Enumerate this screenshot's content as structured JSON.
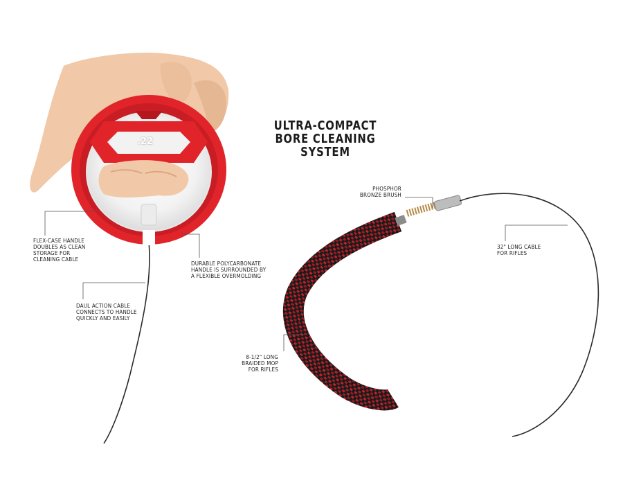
{
  "title": {
    "lines": [
      "ULTRA-COMPACT",
      "BORE CLEANING",
      "SYSTEM"
    ]
  },
  "handle_label": ".22",
  "callouts": {
    "flex_case": [
      "FLEX-CASE HANDLE",
      "DOUBLES AS CLEAN",
      "STORAGE FOR",
      "CLEANING CABLE"
    ],
    "polycarbonate": [
      "DURABLE POLYCARBONATE",
      "HANDLE IS SURROUNDED BY",
      "A FLEXIBLE OVERMOLDING"
    ],
    "dual_action": [
      "DAUL ACTION CABLE",
      "CONNECTS TO HANDLE",
      "QUICKLY AND EASILY"
    ],
    "brush": [
      "PHOSPHOR",
      "BRONZE BRUSH"
    ],
    "cable": [
      "32\" LONG CABLE",
      "FOR RIFLES"
    ],
    "mop": [
      "8-1/2\" LONG",
      "BRAIDED MOP",
      "FOR RIFLES"
    ]
  },
  "colors": {
    "handle_red": "#e0242a",
    "mop_black": "#1c1c1c",
    "mop_red": "#c4222c",
    "skin": "#f1c9a8",
    "cable": "#2a2a2a",
    "brass": "#b58a45"
  }
}
